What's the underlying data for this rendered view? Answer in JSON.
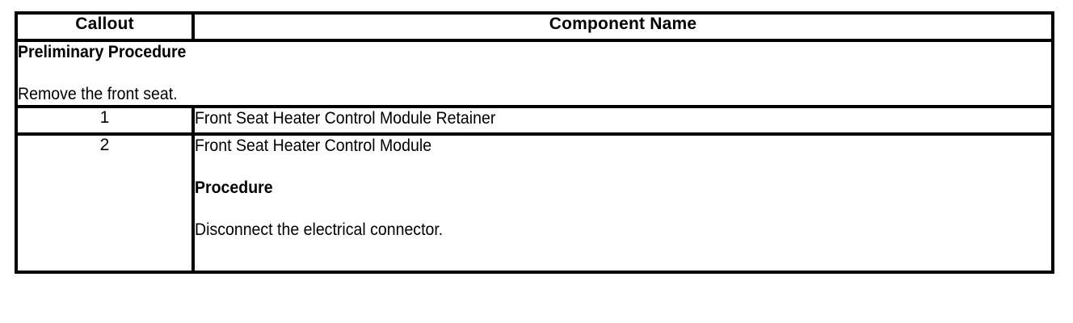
{
  "table": {
    "headers": {
      "callout": "Callout",
      "component_name": "Component Name"
    },
    "preliminary": {
      "heading": "Preliminary Procedure",
      "body": "Remove the front seat."
    },
    "rows": [
      {
        "callout": "1",
        "lines": [
          {
            "text": "Front Seat Heater Control Module Retainer",
            "bold": false
          }
        ]
      },
      {
        "callout": "2",
        "lines": [
          {
            "text": "Front Seat Heater Control Module",
            "bold": false
          },
          {
            "text": "Procedure",
            "bold": true
          },
          {
            "text": "Disconnect the electrical connector.",
            "bold": false
          }
        ]
      }
    ]
  },
  "colors": {
    "border": "#000000",
    "background": "#ffffff",
    "text": "#000000"
  }
}
